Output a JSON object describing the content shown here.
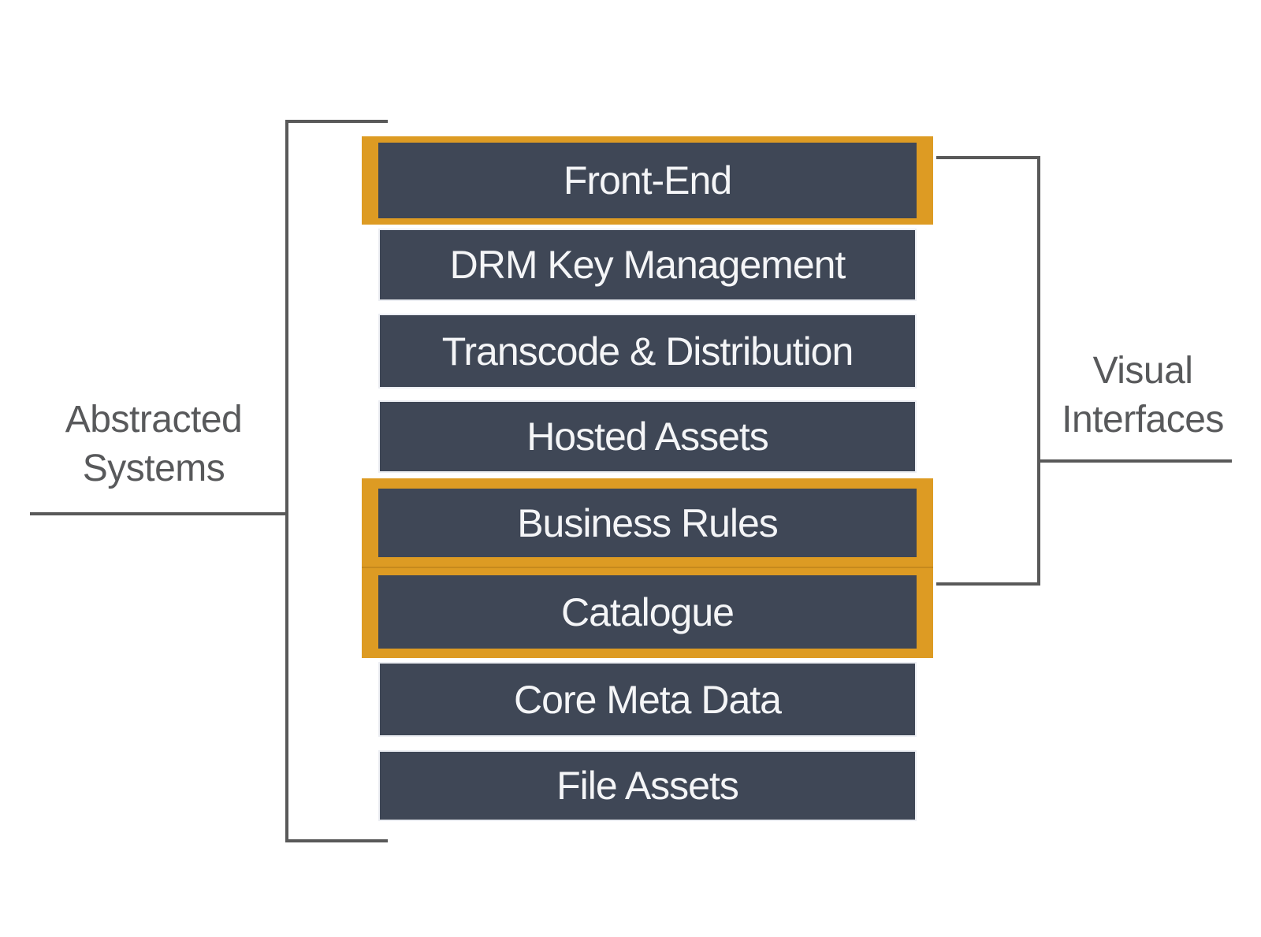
{
  "diagram": {
    "left_annotation": {
      "line1": "Abstracted",
      "line2": "Systems"
    },
    "right_annotation": {
      "line1": "Visual",
      "line2": "Interfaces"
    },
    "stack": {
      "rows": [
        {
          "label": "Front-End",
          "highlighted": true
        },
        {
          "label": "DRM Key Management",
          "highlighted": false
        },
        {
          "label": "Transcode & Distribution",
          "highlighted": false
        },
        {
          "label": "Hosted Assets",
          "highlighted": false
        },
        {
          "label": "Business Rules",
          "highlighted": true
        },
        {
          "label": "Catalogue",
          "highlighted": true
        },
        {
          "label": "Core Meta Data",
          "highlighted": false
        },
        {
          "label": "File Assets",
          "highlighted": false
        }
      ]
    },
    "colors": {
      "box_fill": "#3F4756",
      "highlight_frame": "#DD9B23",
      "bracket_line": "#595959",
      "box_text": "#F4F5F7",
      "annotation_text": "#58595B",
      "background": "#FFFFFF"
    }
  }
}
